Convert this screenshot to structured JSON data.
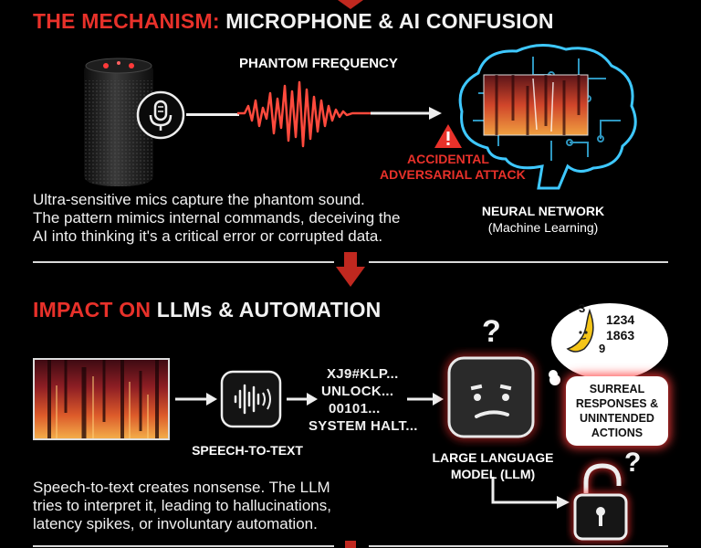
{
  "section1": {
    "heading_red": "THE MECHANISM:",
    "heading_white": "MICROPHONE & AI CONFUSION",
    "phantom_label": "PHANTOM FREQUENCY",
    "warning_line1": "ACCIDENTAL",
    "warning_line2": "ADVERSARIAL ATTACK",
    "nn_title": "NEURAL NETWORK",
    "nn_subtitle": "(Machine Learning)",
    "body_line1": "Ultra-sensitive mics capture the phantom sound.",
    "body_line2": "The pattern mimics internal commands, deceiving the",
    "body_line3": "AI into thinking it's a critical error or corrupted data."
  },
  "section2": {
    "heading_red": "IMPACT ON",
    "heading_white": "LLMs & AUTOMATION",
    "stt_label": "SPEECH-TO-TEXT",
    "code_lines": [
      "XJ9#KLP...",
      "UNLOCK...",
      "00101...",
      "SYSTEM HALT..."
    ],
    "llm_label_line1": "LARGE LANGUAGE",
    "llm_label_line2": "MODEL (LLM)",
    "question_mark": "?",
    "thought_numbers_line1": "1234",
    "thought_numbers_line2": "1863",
    "thought_digit_3": "3",
    "thought_digit_9": "9",
    "surreal_line1": "SURREAL",
    "surreal_line2": "RESPONSES &",
    "surreal_line3": "UNINTENDED",
    "surreal_line4": "ACTIONS",
    "body_line1": "Speech-to-text creates nonsense. The LLM",
    "body_line2": "tries to interpret it, leading to hallucinations,",
    "body_line3": "latency spikes, or involuntary automation."
  },
  "colors": {
    "accent_red": "#e8312a",
    "neon_blue": "#3ec8ff",
    "background": "#000000"
  },
  "icons": [
    "smart-speaker-icon",
    "microphone-icon",
    "waveform-icon",
    "brain-icon",
    "warning-icon",
    "spectrogram",
    "audio-wave-icon",
    "confused-face-icon",
    "banana-icon",
    "unlocked-padlock-icon"
  ]
}
